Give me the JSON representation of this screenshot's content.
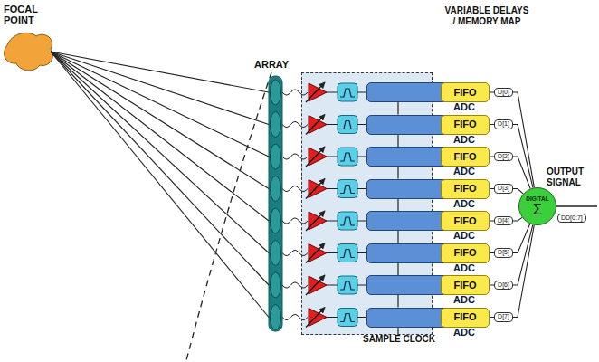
{
  "diagram": {
    "nodes": [
      {
        "text": [
          "FOCAL POINT"
        ]
      },
      {
        "text": [
          "ARRAY"
        ]
      },
      {
        "text": [
          "SAMPLE CLOCK"
        ]
      },
      {
        "text": [
          "ADC"
        ],
        "in": 2
      },
      {
        "text": [
          "ADC"
        ],
        "in": 2
      },
      {
        "text": [
          "ADC"
        ],
        "in": 2
      },
      {
        "text": [
          "ADC"
        ],
        "in": 2
      },
      {
        "text": [
          "ADC"
        ],
        "in": 2
      },
      {
        "text": [
          "ADC"
        ],
        "in": 2
      },
      {
        "text": [
          "ADC"
        ],
        "in": 2
      },
      {
        "text": [
          "ADC"
        ],
        "in": 2
      },
      {
        "text": [
          "FIFO"
        ]
      },
      {
        "text": [
          "FIFO"
        ]
      },
      {
        "text": [
          "FIFO"
        ]
      },
      {
        "text": [
          "FIFO"
        ]
      },
      {
        "text": [
          "FIFO"
        ]
      },
      {
        "text": [
          "FIFO"
        ]
      },
      {
        "text": [
          "FIFO"
        ]
      },
      {
        "text": [
          "FIFO"
        ]
      },
      {
        "text": [
          "DIGITAL",
          "Σ"
        ]
      }
    ],
    "edges": [
      {
        "from": 0,
        "to": 1,
        "arrow": "none"
      },
      {
        "from": 0,
        "to": 1,
        "arrow": "none"
      },
      {
        "from": 0,
        "to": 1,
        "arrow": "none"
      },
      {
        "from": 0,
        "to": 1,
        "arrow": "none"
      },
      {
        "from": 0,
        "to": 1,
        "arrow": "none"
      },
      {
        "from": 0,
        "to": 1,
        "arrow": "none"
      },
      {
        "from": 0,
        "to": 1,
        "arrow": "none"
      },
      {
        "from": 0,
        "to": 1,
        "arrow": "none"
      },
      {
        "from": 3,
        "to": 11,
        "arrow": "none"
      },
      {
        "from": 4,
        "to": 12,
        "arrow": "none"
      },
      {
        "from": 5,
        "to": 13,
        "arrow": "none"
      },
      {
        "from": 6,
        "to": 14,
        "arrow": "none"
      },
      {
        "from": 7,
        "to": 15,
        "arrow": "none"
      },
      {
        "from": 8,
        "to": 16,
        "arrow": "none"
      },
      {
        "from": 9,
        "to": 17,
        "arrow": "none"
      },
      {
        "from": 10,
        "to": 18,
        "arrow": "none"
      },
      {
        "from": 11,
        "to": 19,
        "label": "D[0]",
        "arrow": "none"
      },
      {
        "from": 12,
        "to": 19,
        "label": "D[1]",
        "arrow": "none"
      },
      {
        "from": 13,
        "to": 19,
        "label": "D[2]",
        "arrow": "none"
      },
      {
        "from": 14,
        "to": 19,
        "label": "D[3]",
        "arrow": "none"
      },
      {
        "from": 15,
        "to": 19,
        "label": "D[4]",
        "arrow": "none"
      },
      {
        "from": 16,
        "to": 19,
        "label": "D[5]",
        "arrow": "none"
      },
      {
        "from": 17,
        "to": 19,
        "label": "D[6]",
        "arrow": "none"
      },
      {
        "from": 18,
        "to": 19,
        "label": "D[7]",
        "arrow": "none"
      }
    ],
    "labels": [
      "VARIABLE DELAYS / MEMORY MAP",
      "OUTPUT SIGNAL",
      "DD[0:7]"
    ]
  }
}
